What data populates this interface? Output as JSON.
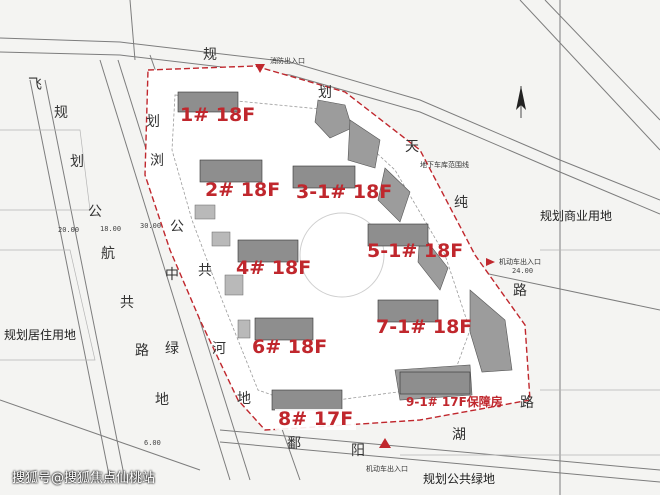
{
  "buildings": {
    "b1": "1# 18F",
    "b2": "2# 18F",
    "b3_1": "3-1# 18F",
    "b4": "4# 18F",
    "b5_1": "5-1# 18F",
    "b6": "6# 18F",
    "b7_1": "7-1# 18F",
    "b8": "8# 17F",
    "b9_1": "9-1# 17F保障房"
  },
  "roads": {
    "north_planned_road": [
      "规",
      "划"
    ],
    "tianchun_road": [
      "天",
      "纯",
      "路"
    ],
    "liu_planned": [
      "浏",
      "划",
      "公"
    ],
    "fei_planned": [
      "飞",
      "规",
      "划",
      "公"
    ],
    "hang_planned": [
      "航",
      "共",
      "路"
    ],
    "center_green": [
      "中",
      "共",
      "绿",
      "地"
    ],
    "river": [
      "河",
      "地"
    ],
    "south_road": [
      "路",
      "湖",
      "鄱",
      "阳"
    ]
  },
  "land_use": {
    "commercial": "规划商业用地",
    "residential": "规划居住用地",
    "public_green": "规划公共绿地"
  },
  "entrances": {
    "fire": "消防出入口",
    "vehicle_east": "机动车出入口",
    "vehicle_south": "机动车出入口"
  },
  "annotations": {
    "basement": "地下车库范围线",
    "dim_20": "20.00",
    "dim_18": "18.00",
    "dim_30": "30.00",
    "dim_24": "24.00",
    "dim_6": "6.00"
  },
  "watermark": {
    "social": "搜狐号@搜狐焦点仙桃站"
  },
  "colors": {
    "brand_red": "#c0272d",
    "boundary": "#c0272d",
    "building_fill": "#9a9a9a",
    "road_line": "#8a8a8a",
    "background": "#f4f4f2"
  },
  "icons": {
    "north_arrow": "north-arrow-icon",
    "entrance_arrow": "entrance-arrow-icon"
  }
}
